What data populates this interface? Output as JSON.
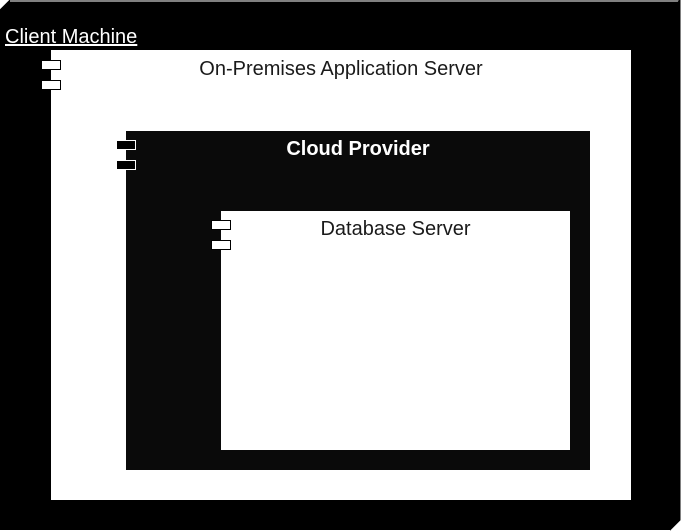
{
  "diagram": {
    "client_machine": {
      "label": "Client Machine"
    },
    "application_server": {
      "label": "On-Premises Application Server"
    },
    "cloud_provider": {
      "label": "Cloud Provider"
    },
    "database_server": {
      "label": "Database Server"
    }
  },
  "colors": {
    "node_fill": "#000000",
    "component_fill": "#ffffff",
    "cloud_fill": "#0a0a0a",
    "text_dark": "#1a1a1a",
    "text_light": "#ffffff"
  },
  "icons": [
    "node-3d-icon",
    "component-icon"
  ]
}
